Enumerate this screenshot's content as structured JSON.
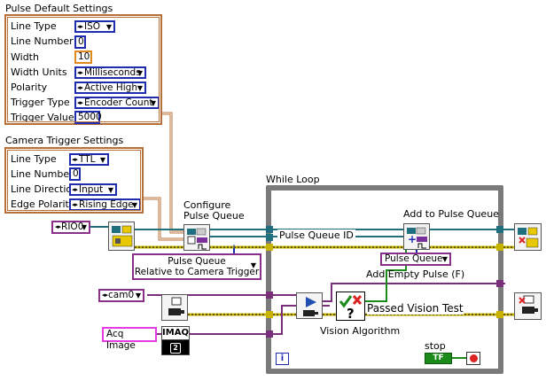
{
  "pulse_default_settings": {
    "title": "Pulse Default Settings",
    "rows": [
      {
        "label": "Line Type",
        "value": "ISO",
        "kind": "enum"
      },
      {
        "label": "Line Number",
        "value": "0",
        "kind": "numeric"
      },
      {
        "label": "Width",
        "value": "10",
        "kind": "numeric-dbl"
      },
      {
        "label": "Width Units",
        "value": "Milliseconds",
        "kind": "enum"
      },
      {
        "label": "Polarity",
        "value": "Active High",
        "kind": "enum"
      },
      {
        "label": "Trigger Type",
        "value": "Encoder Count",
        "kind": "enum"
      },
      {
        "label": "Trigger Value",
        "value": "5000",
        "kind": "numeric"
      }
    ]
  },
  "camera_trigger_settings": {
    "title": "Camera Trigger Settings",
    "rows": [
      {
        "label": "Line Type",
        "value": "TTL"
      },
      {
        "label": "Line Number",
        "value": "0"
      },
      {
        "label": "Line Direction",
        "value": "Input"
      },
      {
        "label": "Edge Polarity",
        "value": "Rising Edge"
      }
    ]
  },
  "nodes": {
    "rio_resource": "RIO0",
    "configure_pulse_queue": "Configure\nPulse Queue",
    "pulse_queue_mode": "Pulse Queue\nRelative to Camera Trigger",
    "cam_resource": "cam0",
    "acq_image": "Acq Image",
    "imaq_label": "IMAQ",
    "while_loop": "While Loop",
    "pulse_queue_id": "Pulse Queue ID",
    "add_to_pulse_queue": "Add to Pulse Queue",
    "pulse_queue_ring": "Pulse Queue",
    "add_empty_pulse": "Add Empty Pulse (F)",
    "passed_vision_test": "Passed Vision Test",
    "vision_algorithm": "Vision Algorithm",
    "stop": "stop",
    "tf": "TF",
    "iteration": "i"
  },
  "colors": {
    "cluster_wire": "#b8703a",
    "enum_border": "#1f2cb0",
    "refnum_wire": "#1f6f7f",
    "bool_wire": "#1a8a1a",
    "error_wire": "#c8b400",
    "string_wire": "#cc33cc",
    "loop_border": "#7a7a7a"
  }
}
